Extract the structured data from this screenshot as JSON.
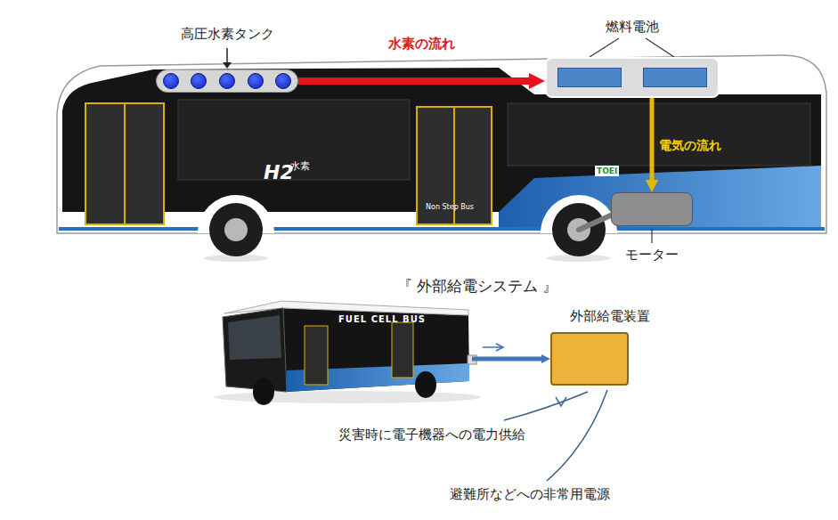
{
  "diagram": {
    "title": "『 外部給電システム 』",
    "nodes": [
      {
        "text": [
          "高圧水素タンク"
        ]
      },
      {
        "text": [
          "燃料電池"
        ]
      },
      {
        "text": [
          "モーター"
        ]
      },
      {
        "text": [
          "FUEL CELL BUS"
        ]
      },
      {
        "text": [
          "外部給電装置"
        ]
      }
    ],
    "edges": [
      {
        "from": 0,
        "to": 1,
        "arrow": "to",
        "label": "水素の流れ"
      },
      {
        "from": 1,
        "to": 2,
        "arrow": "to",
        "label": "電気の流れ"
      },
      {
        "from": 3,
        "to": 4,
        "arrow": "to"
      }
    ],
    "labels": [
      "H2",
      "水素",
      "Non Step Bus",
      "TOEI",
      "災害時に電子機器への電力供給",
      "避難所などへの非常用電源"
    ]
  }
}
